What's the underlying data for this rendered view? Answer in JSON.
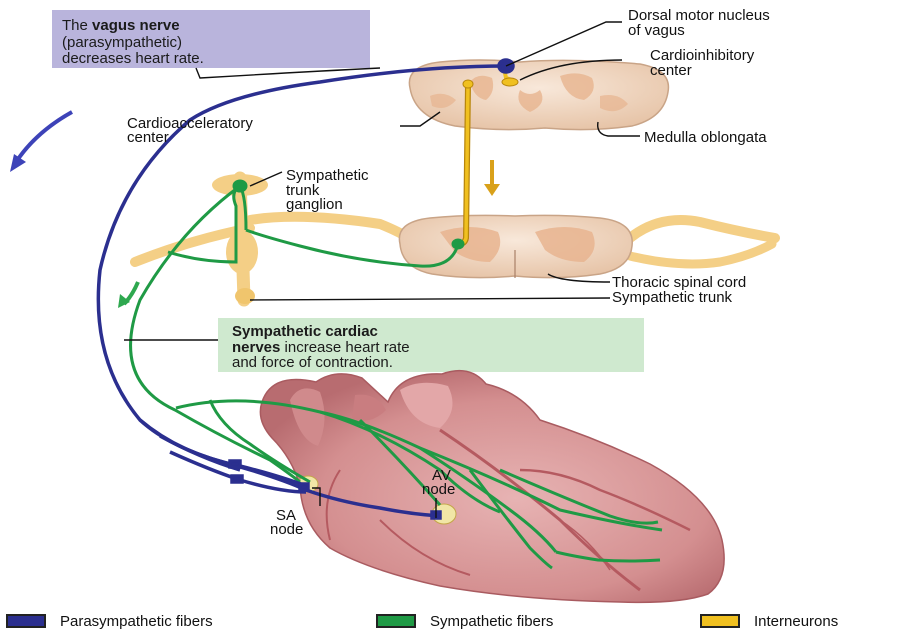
{
  "callouts": {
    "vagus": {
      "bold": "vagus nerve",
      "prefix": "The ",
      "line2": "(parasympathetic)",
      "line3": "decreases heart rate."
    },
    "sympathetic": {
      "bold1": "Sympathetic cardiac",
      "bold2": "nerves",
      "rest2": " increase heart rate",
      "line3": "and force of contraction."
    }
  },
  "labels": {
    "dorsal_motor_1": "Dorsal motor nucleus",
    "dorsal_motor_2": "of vagus",
    "cardioinhibitory_1": "Cardioinhibitory",
    "cardioinhibitory_2": "center",
    "cardioacceleratory_1": "Cardioacceleratory",
    "cardioacceleratory_2": "center",
    "medulla": "Medulla oblongata",
    "ganglion_1": "Sympathetic",
    "ganglion_2": "trunk",
    "ganglion_3": "ganglion",
    "thoracic": "Thoracic spinal cord",
    "trunk": "Sympathetic trunk",
    "av_1": "AV",
    "av_2": "node",
    "sa_1": "SA",
    "sa_2": "node"
  },
  "legend": [
    {
      "label": "Parasympathetic fibers",
      "color": "#2b2f8f"
    },
    {
      "label": "Sympathetic fibers",
      "color": "#1f9a45"
    },
    {
      "label": "Interneurons",
      "color": "#f0c020"
    }
  ],
  "colors": {
    "parasympathetic": "#2b2f8f",
    "sympathetic": "#1f9a45",
    "interneuron": "#f0c020",
    "vagus_box": "#b9b4dc",
    "sympathetic_box": "#cfe9cf",
    "heart": "#d99a9a",
    "spinal_tissue": "#f3dcc8"
  }
}
